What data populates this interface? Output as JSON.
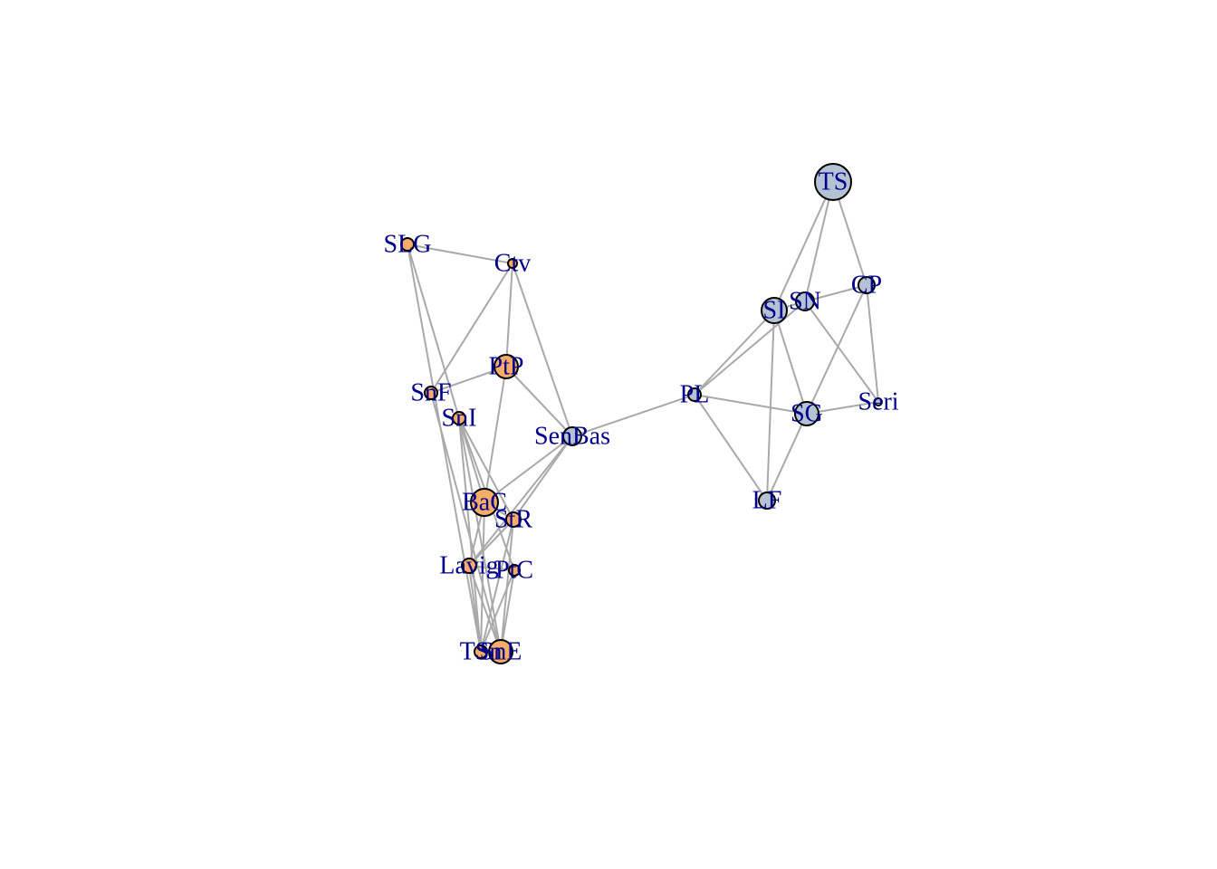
{
  "colors": {
    "edge": "#a9a9a9",
    "label": "#00008b",
    "group_a_fill": "#f7ac6a",
    "group_b_fill": "#b4c2d4",
    "node_stroke": "#000000"
  },
  "nodes": [
    {
      "id": "SLG",
      "label": "SLG",
      "group": "a"
    },
    {
      "id": "Ctv",
      "label": "Ctv",
      "group": "a"
    },
    {
      "id": "PtP",
      "label": "PtP",
      "group": "a"
    },
    {
      "id": "SnF",
      "label": "SnF",
      "group": "a"
    },
    {
      "id": "SnI",
      "label": "SnI",
      "group": "a"
    },
    {
      "id": "BaC",
      "label": "BaC",
      "group": "a"
    },
    {
      "id": "StR",
      "label": "StR",
      "group": "a"
    },
    {
      "id": "Lavig",
      "label": "Lavig",
      "group": "a"
    },
    {
      "id": "PtC",
      "label": "PtC",
      "group": "a"
    },
    {
      "id": "TSn",
      "label": "TSn",
      "group": "a"
    },
    {
      "id": "SnE",
      "label": "SnE",
      "group": "a"
    },
    {
      "id": "SenBas",
      "label": "SenBas",
      "group": "b"
    },
    {
      "id": "PL",
      "label": "PL",
      "group": "b"
    },
    {
      "id": "TS",
      "label": "TS",
      "group": "b"
    },
    {
      "id": "SI",
      "label": "SI",
      "group": "b"
    },
    {
      "id": "SN",
      "label": "SN",
      "group": "b"
    },
    {
      "id": "CP",
      "label": "CP",
      "group": "b"
    },
    {
      "id": "SG",
      "label": "SG",
      "group": "b"
    },
    {
      "id": "Seri",
      "label": "Seri",
      "group": "b"
    },
    {
      "id": "LF",
      "label": "LF",
      "group": "b"
    }
  ],
  "edges": [
    [
      "SLG",
      "Ctv"
    ],
    [
      "SLG",
      "SnI"
    ],
    [
      "SLG",
      "TSn"
    ],
    [
      "Ctv",
      "PtP"
    ],
    [
      "Ctv",
      "SnF"
    ],
    [
      "Ctv",
      "SenBas"
    ],
    [
      "SnF",
      "PtP"
    ],
    [
      "SnF",
      "SnE"
    ],
    [
      "PtP",
      "SenBas"
    ],
    [
      "PtP",
      "BaC"
    ],
    [
      "SnI",
      "BaC"
    ],
    [
      "SnI",
      "StR"
    ],
    [
      "SnI",
      "PtC"
    ],
    [
      "SnI",
      "TSn"
    ],
    [
      "SnI",
      "SnE"
    ],
    [
      "BaC",
      "StR"
    ],
    [
      "BaC",
      "Lavig"
    ],
    [
      "BaC",
      "TSn"
    ],
    [
      "SenBas",
      "BaC"
    ],
    [
      "SenBas",
      "StR"
    ],
    [
      "SenBas",
      "Lavig"
    ],
    [
      "SenBas",
      "PL"
    ],
    [
      "StR",
      "Lavig"
    ],
    [
      "StR",
      "TSn"
    ],
    [
      "StR",
      "SnE"
    ],
    [
      "Lavig",
      "TSn"
    ],
    [
      "Lavig",
      "SnE"
    ],
    [
      "Lavig",
      "PtC"
    ],
    [
      "PtC",
      "TSn"
    ],
    [
      "PtC",
      "SnE"
    ],
    [
      "PL",
      "SI"
    ],
    [
      "PL",
      "SN"
    ],
    [
      "PL",
      "SG"
    ],
    [
      "PL",
      "LF"
    ],
    [
      "TS",
      "SI"
    ],
    [
      "TS",
      "SN"
    ],
    [
      "TS",
      "CP"
    ],
    [
      "SI",
      "SN"
    ],
    [
      "SI",
      "SG"
    ],
    [
      "SI",
      "LF"
    ],
    [
      "SN",
      "CP"
    ],
    [
      "SN",
      "Seri"
    ],
    [
      "CP",
      "SG"
    ],
    [
      "CP",
      "Seri"
    ],
    [
      "SG",
      "Seri"
    ],
    [
      "SG",
      "LF"
    ]
  ]
}
